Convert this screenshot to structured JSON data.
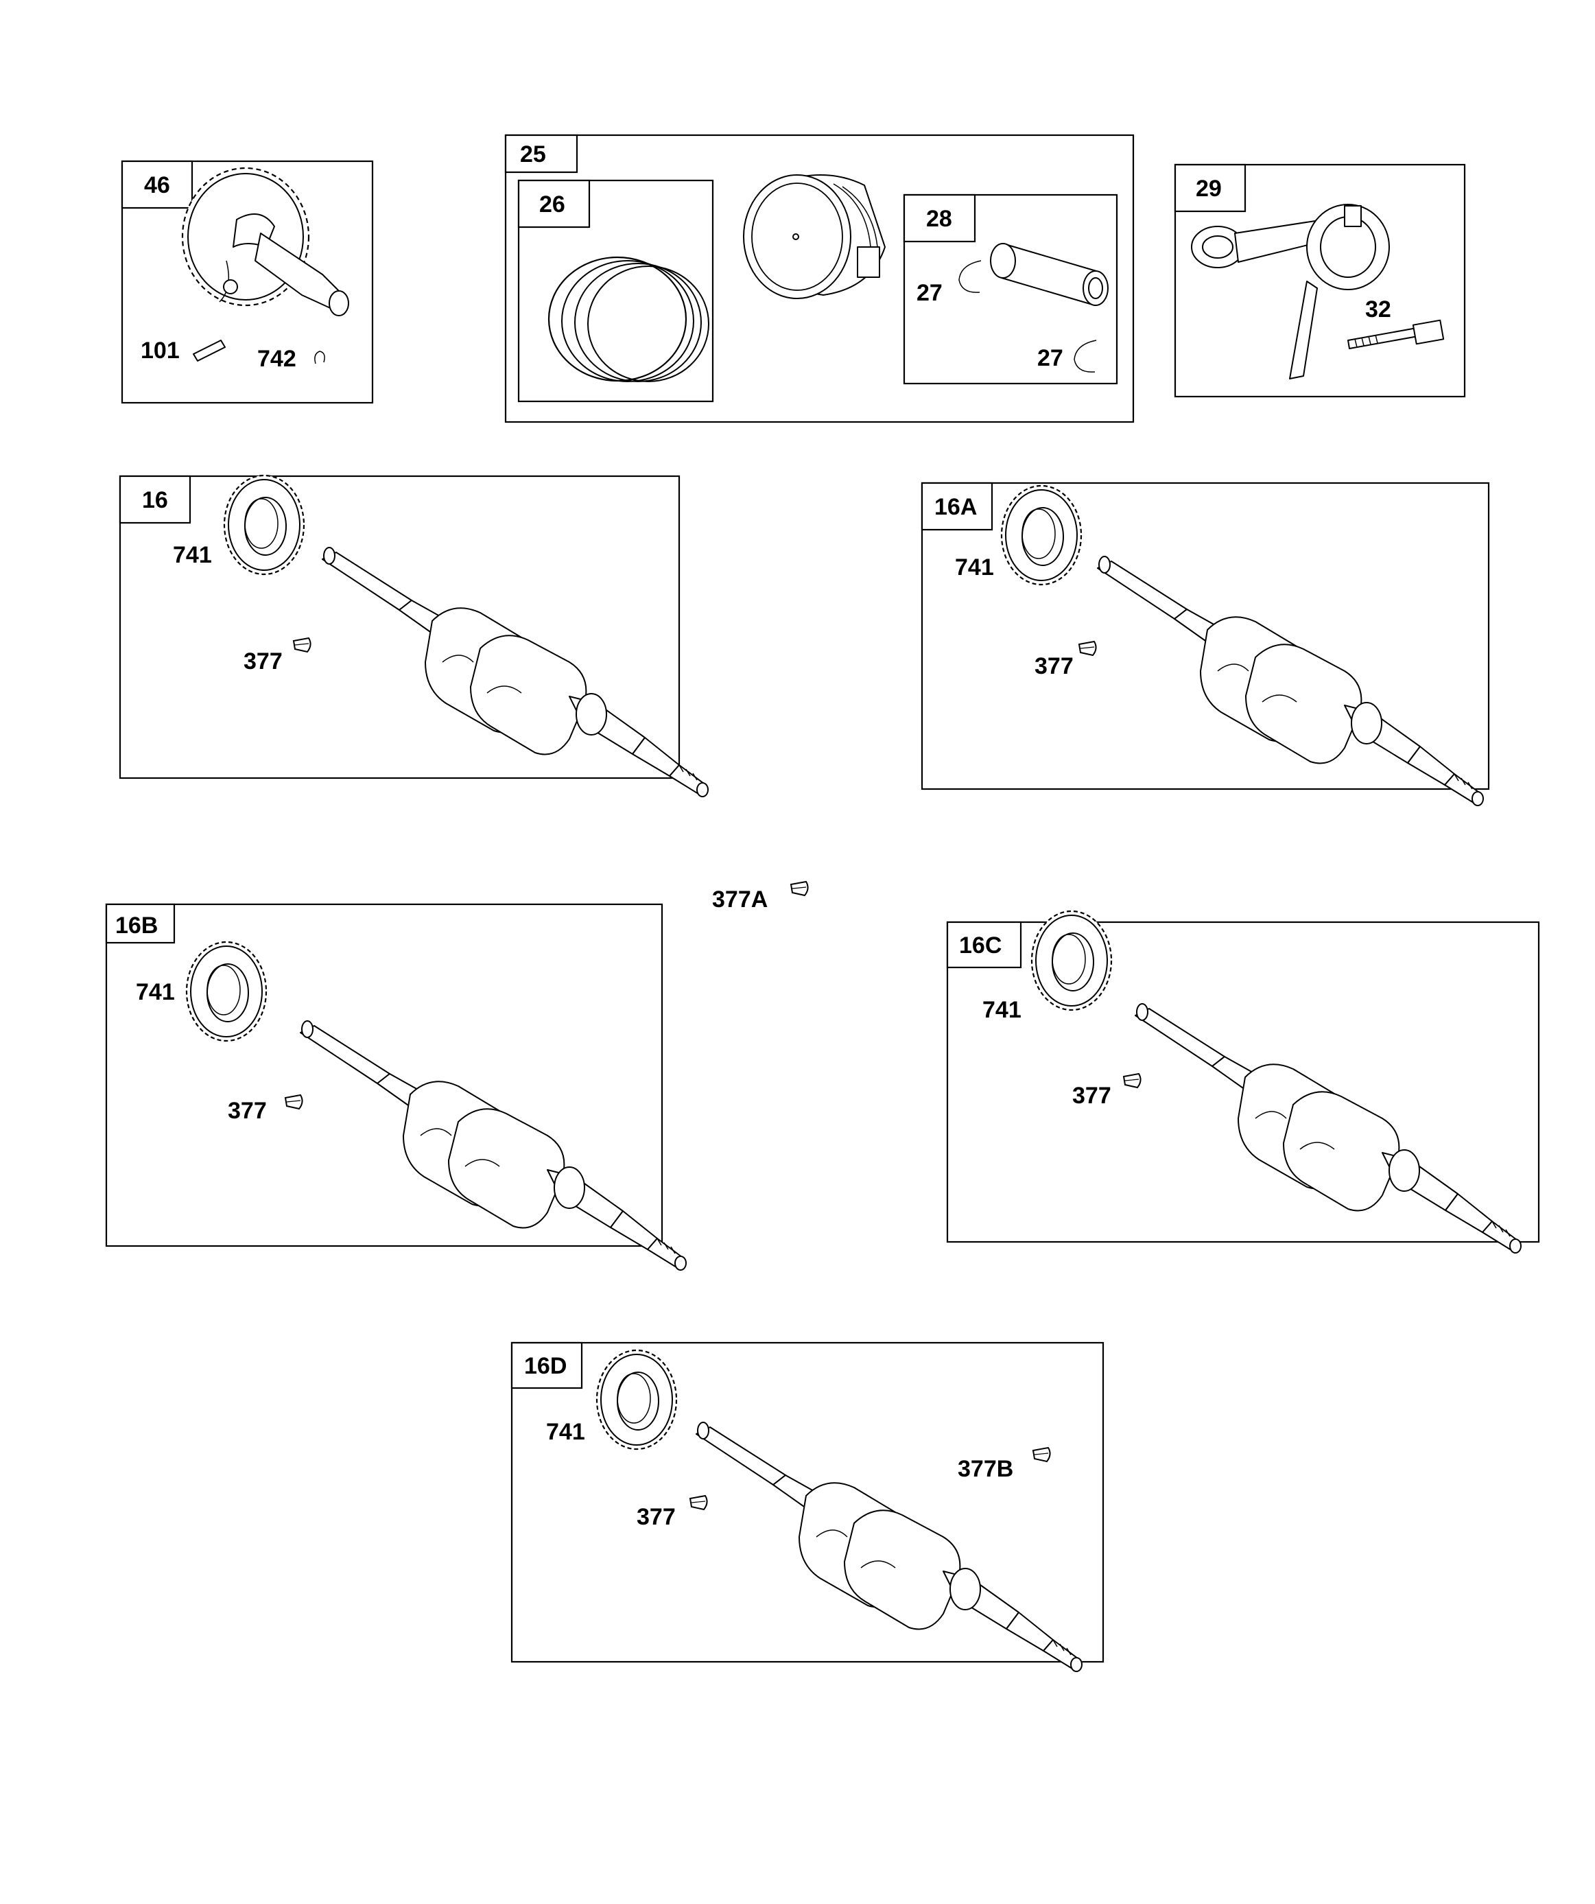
{
  "groups": {
    "g46": {
      "tag": "46",
      "labels": {
        "pin": "101",
        "clip": "742"
      }
    },
    "g25": {
      "tag": "25"
    },
    "g26": {
      "tag": "26"
    },
    "g28": {
      "tag": "28",
      "labels": {
        "ring_top": "27",
        "ring_bottom": "27"
      }
    },
    "g29": {
      "tag": "29",
      "labels": {
        "bolt": "32"
      }
    },
    "g16": {
      "tag": "16",
      "labels": {
        "gear": "741",
        "key": "377"
      }
    },
    "g16A": {
      "tag": "16A",
      "labels": {
        "gear": "741",
        "key": "377"
      }
    },
    "g16B": {
      "tag": "16B",
      "labels": {
        "gear": "741",
        "key": "377"
      }
    },
    "g16C": {
      "tag": "16C",
      "labels": {
        "gear": "741",
        "key": "377"
      }
    },
    "g16D": {
      "tag": "16D",
      "labels": {
        "gear": "741",
        "key": "377",
        "key_b": "377B"
      }
    }
  },
  "loose_parts": {
    "key_a": "377A"
  }
}
